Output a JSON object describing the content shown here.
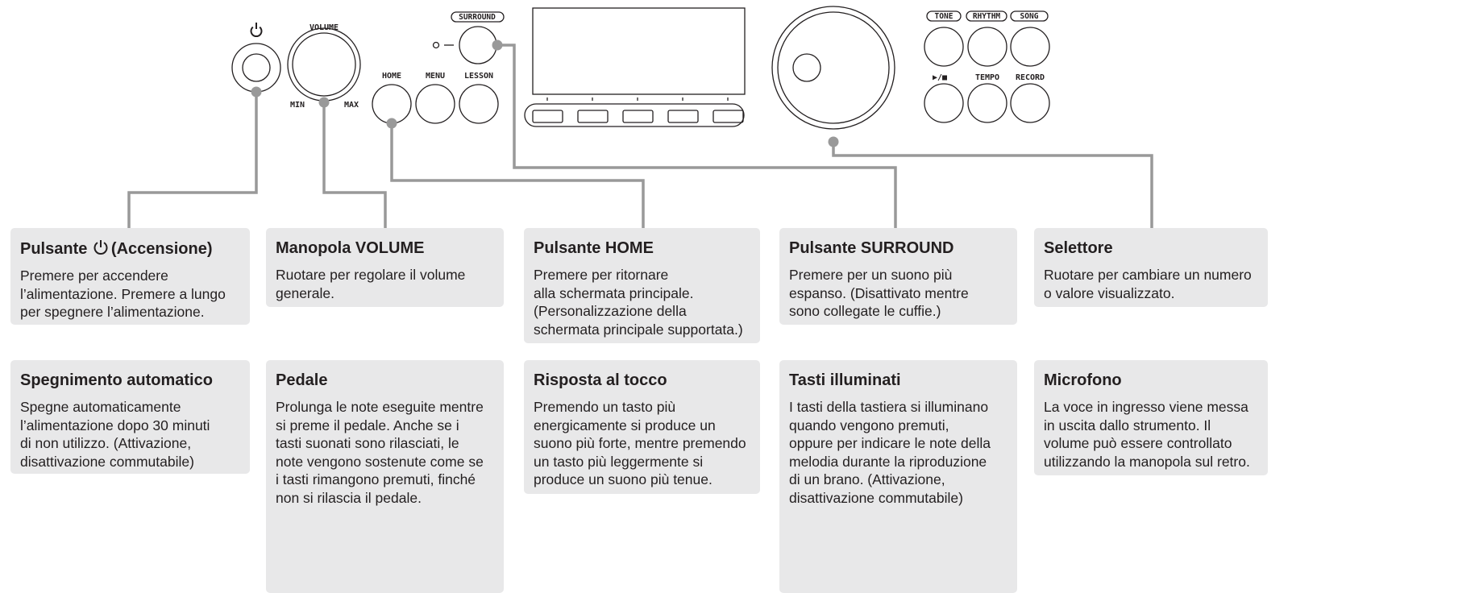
{
  "panel": {
    "power_icon": "power-icon",
    "volume": {
      "label": "VOLUME",
      "min_label": "MIN",
      "max_label": "MAX"
    },
    "buttons": {
      "home": "HOME",
      "menu": "MENU",
      "lesson": "LESSON",
      "surround": "SURROUND"
    },
    "mode_buttons": {
      "tone": "TONE",
      "rhythm": "RHYTHM",
      "song": "SONG"
    },
    "transport_buttons": {
      "play_stop": "▶/■",
      "tempo": "TEMPO",
      "record": "RECORD"
    },
    "colors": {
      "callout_line": "#999999",
      "callout_dot": "#999999",
      "card_bg": "#e8e8e9",
      "outline": "#231f20"
    }
  },
  "cards_top": [
    {
      "title_prefix": "Pulsante ",
      "title_icon": "power-icon",
      "title": "(Accensione)",
      "text": "Premere per accendere\nl’alimentazione. Premere a lungo\nper spegnere l’alimentazione."
    },
    {
      "title": "Manopola VOLUME",
      "text": "Ruotare per regolare il volume\ngenerale."
    },
    {
      "title": "Pulsante HOME",
      "text": "Premere per ritornare\nalla schermata principale.\n(Personalizzazione della\nschermata principale supportata.)"
    },
    {
      "title": "Pulsante SURROUND",
      "text": "Premere per un suono più\nespanso. (Disattivato mentre\nsono collegate le cuffie.)"
    },
    {
      "title": "Selettore",
      "text": "Ruotare per cambiare un numero\no valore visualizzato."
    }
  ],
  "cards_bottom": [
    {
      "title": "Spegnimento automatico",
      "text": "Spegne automaticamente\nl’alimentazione dopo 30 minuti\ndi non utilizzo. (Attivazione,\ndisattivazione commutabile)"
    },
    {
      "title": "Pedale",
      "text": "Prolunga le note eseguite mentre\nsi preme il pedale. Anche se i\ntasti suonati sono rilasciati, le\nnote vengono sostenute come se\ni tasti rimangono premuti, finché\nnon si rilascia il pedale."
    },
    {
      "title": "Risposta al tocco",
      "text": "Premendo un tasto più\nenergicamente si produce un\nsuono più forte, mentre premendo\nun tasto più leggermente si\nproduce un suono più tenue."
    },
    {
      "title": "Tasti illuminati",
      "text": "I tasti della tastiera si illuminano\nquando vengono premuti,\noppure per indicare le note della\nmelodia durante la riproduzione\ndi un brano. (Attivazione,\ndisattivazione commutabile)"
    },
    {
      "title": "Microfono",
      "text": "La voce in ingresso viene messa\nin uscita dallo strumento. Il\nvolume può essere controllato\nutilizzando la manopola sul retro."
    }
  ]
}
